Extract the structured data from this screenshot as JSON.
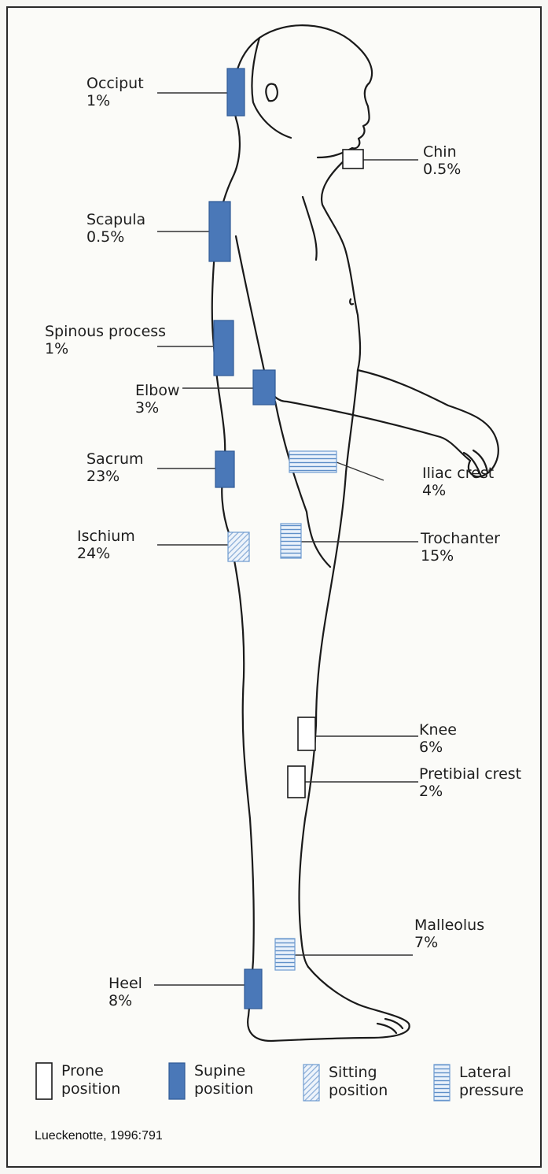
{
  "sites": [
    {
      "name": "Occiput",
      "percent": "1%",
      "type": "supine"
    },
    {
      "name": "Scapula",
      "percent": "0.5%",
      "type": "supine"
    },
    {
      "name": "Spinous process",
      "percent": "1%",
      "type": "supine"
    },
    {
      "name": "Elbow",
      "percent": "3%",
      "type": "supine"
    },
    {
      "name": "Sacrum",
      "percent": "23%",
      "type": "supine"
    },
    {
      "name": "Ischium",
      "percent": "24%",
      "type": "sitting"
    },
    {
      "name": "Heel",
      "percent": "8%",
      "type": "supine"
    },
    {
      "name": "Chin",
      "percent": "0.5%",
      "type": "prone"
    },
    {
      "name": "Iliac crest",
      "percent": "4%",
      "type": "lateral"
    },
    {
      "name": "Trochanter",
      "percent": "15%",
      "type": "lateral"
    },
    {
      "name": "Knee",
      "percent": "6%",
      "type": "prone"
    },
    {
      "name": "Pretibial crest",
      "percent": "2%",
      "type": "prone"
    },
    {
      "name": "Malleolus",
      "percent": "7%",
      "type": "lateral"
    }
  ],
  "legend": [
    {
      "line1": "Prone",
      "line2": "position",
      "type": "prone"
    },
    {
      "line1": "Supine",
      "line2": "position",
      "type": "supine"
    },
    {
      "line1": "Sitting",
      "line2": "position",
      "type": "sitting"
    },
    {
      "line1": "Lateral",
      "line2": "pressure",
      "type": "lateral"
    }
  ],
  "citation": "Lueckenotte, 1996:791",
  "colors": {
    "supine": "#4a78b8",
    "supine_border": "#2f5a96",
    "pattern": "#6f9bd0",
    "pattern_bg": "#e8f0fa",
    "outline": "#1a1a1a"
  }
}
